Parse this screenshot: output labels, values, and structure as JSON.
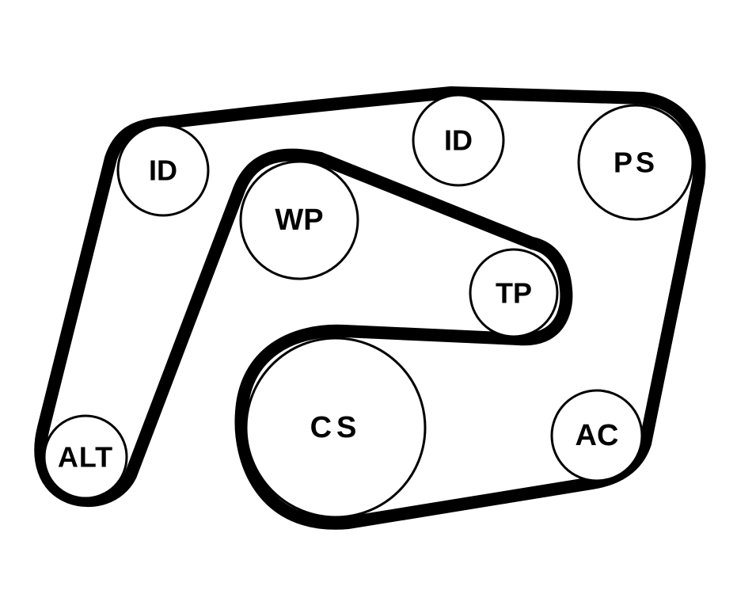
{
  "diagram": {
    "pulleys": [
      {
        "id": "id_left",
        "label": "ID"
      },
      {
        "id": "id_top",
        "label": "ID"
      },
      {
        "id": "ps",
        "label": "PS"
      },
      {
        "id": "wp",
        "label": "WP"
      },
      {
        "id": "tp",
        "label": "TP"
      },
      {
        "id": "cs",
        "label": "CS"
      },
      {
        "id": "ac",
        "label": "AC"
      },
      {
        "id": "alt",
        "label": "ALT"
      }
    ]
  },
  "colors": {
    "belt": "#000000",
    "pulley_stroke": "#000000",
    "background": "#ffffff"
  }
}
